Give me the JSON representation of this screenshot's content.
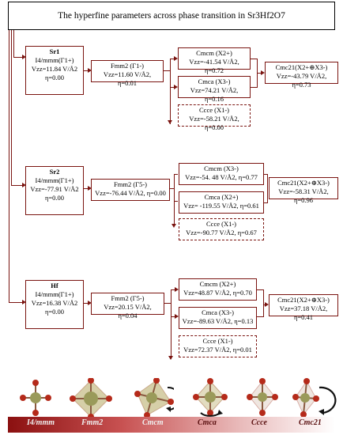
{
  "title": "The hyperfine parameters across phase transition in Sr3Hf2O7",
  "sites": [
    {
      "name": "Sr1",
      "name_sub": "1",
      "parent": {
        "group": "I4/mmm(Γ1+)",
        "vzz": "Vzz=11.84 V/Å2",
        "eta": "η=0.00"
      },
      "fmm2": {
        "label": "Fmm2 (Γ1-)",
        "vzz": "Vzz=11.60 V/Å2, η=0.01"
      },
      "cmcm": {
        "label": "Cmcm (X2+)",
        "vzz": "Vzz=-41.54 V/Å2, η=0.72"
      },
      "cmca": {
        "label": "Cmca (X3-)",
        "vzz": "Vzz=74.21 V/Å2, η=0.16"
      },
      "ccce": {
        "label": "Ccce (X1-)",
        "vzz": "Vzz=-58.21 V/Å2, η=0.00"
      },
      "cmc21": {
        "label": "Cmc21(X2+⊕X3-)",
        "vzz": "Vzz=-43.79 V/Å2, η=0.73"
      }
    },
    {
      "name": "Sr2",
      "name_sub": "2",
      "parent": {
        "group": "I4/mmm(Γ1+)",
        "vzz": "Vzz=-77.91 V/Å2",
        "eta": "η=0.00"
      },
      "fmm2": {
        "label": "Fmm2 (Γ5-)",
        "vzz": "Vzz=-76.44 V/Å2, η=0.00"
      },
      "cmcm": {
        "label": "Cmcm (X3-)",
        "vzz": "Vzz=-54. 48 V/Å2, η=0.77"
      },
      "cmca": {
        "label": "Cmca (X2+)",
        "vzz": "Vzz= -119.55 V/Å2, η=0.61"
      },
      "ccce": {
        "label": "Ccce (X1-)",
        "vzz": "Vzz=-90.77 V/Å2, η=0.67"
      },
      "cmc21": {
        "label": "Cmc21(X2+⊕X3-)",
        "vzz": "Vzz=-58.31 V/Å2, η=0.96"
      }
    },
    {
      "name": "Hf",
      "name_sub": "",
      "parent": {
        "group": "I4/mmm(Γ1+)",
        "vzz": "Vzz=16.38 V/Å2",
        "eta": "η=0.00"
      },
      "fmm2": {
        "label": "Fmm2 (Γ5-)",
        "vzz": "Vzz=20.15 V/Å2, η=0.04"
      },
      "cmcm": {
        "label": "Cmcm (X2+)",
        "vzz": "Vzz=48.87 V/Å2, η=0.70"
      },
      "cmca": {
        "label": "Cmca (X3-)",
        "vzz": "Vzz=-89.63 V/Å2, η=0.13"
      },
      "ccce": {
        "label": "Ccce (X1-)",
        "vzz": "Vzz=72.37 V/Å2, η=0.01"
      },
      "cmc21": {
        "label": "Cmc21(X2+⊕X3-)",
        "vzz": "Vzz=37.18 V/Å2, η=0.41"
      }
    }
  ],
  "phase_bar": [
    "I4/mmm",
    "Fmm2",
    "Cmcm",
    "Cmca",
    "Ccce",
    "Cmc21"
  ],
  "colors": {
    "accent": "#7a1410",
    "bar_dark": "#8b1010"
  }
}
